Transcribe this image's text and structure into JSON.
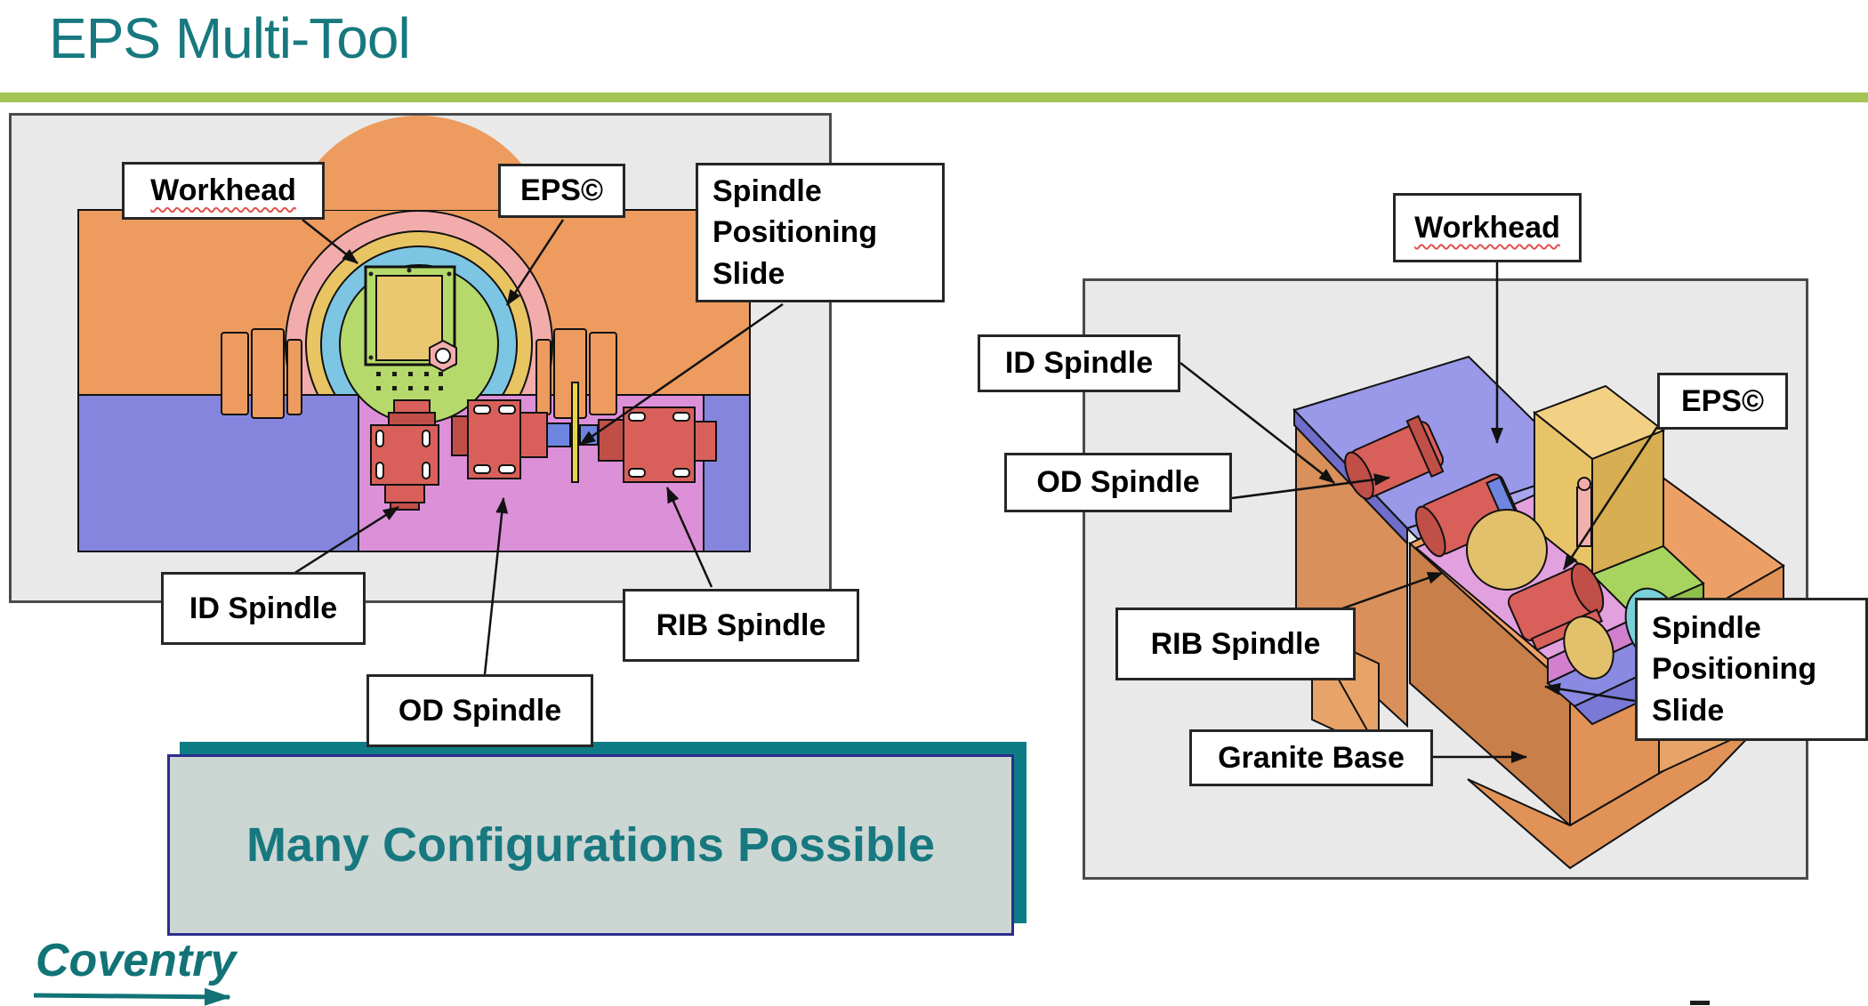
{
  "title": "EPS Multi-Tool",
  "left_diagram": {
    "labels": {
      "workhead": "Workhead",
      "eps": "EPS©",
      "spindle_positioning_slide": "Spindle Positioning Slide",
      "id_spindle": "ID Spindle",
      "od_spindle": "OD Spindle",
      "rib_spindle": "RIB Spindle"
    }
  },
  "right_diagram": {
    "labels": {
      "workhead": "Workhead",
      "id_spindle": "ID Spindle",
      "od_spindle": "OD Spindle",
      "rib_spindle": "RIB Spindle",
      "eps": "EPS©",
      "spindle_positioning_slide": "Spindle Positioning Slide",
      "granite_base": "Granite Base"
    }
  },
  "banner": {
    "text": "Many Configurations Possible"
  },
  "logo": {
    "text": "Coventry"
  },
  "colors": {
    "accent_teal": "#17797f",
    "rule_green": "#a2c553",
    "panel_gray": "#e9e9e9",
    "banner_bg": "#ccd6d3",
    "banner_border": "#2b2e8c",
    "banner_shadow": "#0e7c84",
    "machine_orange": "#ed9b5e",
    "machine_purple": "#8585de",
    "machine_pink": "#dc90d8",
    "spindle_red": "#d9605a",
    "workhead_yellow": "#ebc469",
    "eps_green": "#b5d96b",
    "arc_blue": "#7cc6e4",
    "arc_pink": "#f3acac"
  }
}
